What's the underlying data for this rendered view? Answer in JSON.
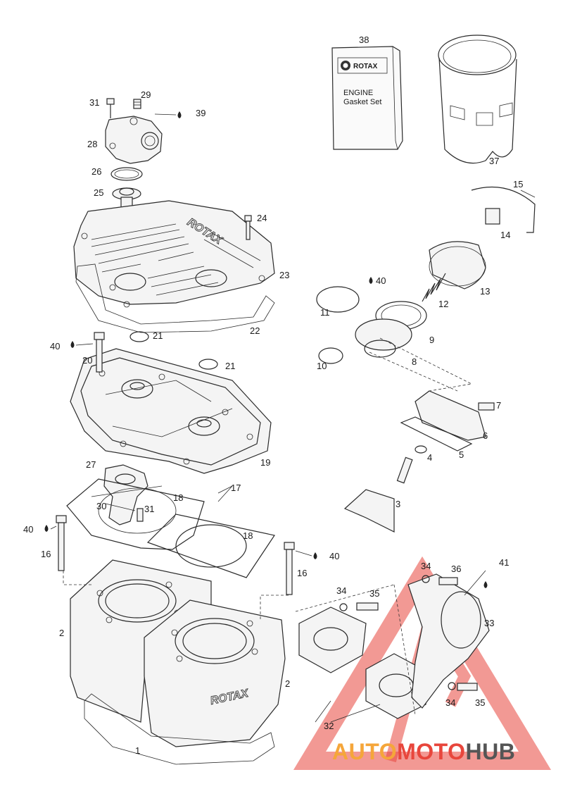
{
  "gasket_box": {
    "logo": "ROTAX",
    "line1": "ENGINE",
    "line2": "Gasket Set"
  },
  "embossed_brand": "ROTAX",
  "watermark": {
    "part1": "AUTO",
    "part2": "MOTO",
    "part3": "HUB",
    "color_orange": "#f5a63a",
    "color_red": "#e8463c",
    "color_gray": "#555555"
  },
  "callouts": {
    "n1": "1",
    "n2a": "2",
    "n2b": "2",
    "n3": "3",
    "n4": "4",
    "n5": "5",
    "n6": "6",
    "n7": "7",
    "n8": "8",
    "n9": "9",
    "n10": "10",
    "n11": "11",
    "n12": "12",
    "n13": "13",
    "n14": "14",
    "n15": "15",
    "n16a": "16",
    "n16b": "16",
    "n17": "17",
    "n18a": "18",
    "n18b": "18",
    "n19": "19",
    "n20": "20",
    "n21a": "21",
    "n21b": "21",
    "n22": "22",
    "n23": "23",
    "n24": "24",
    "n25": "25",
    "n26": "26",
    "n27": "27",
    "n28": "28",
    "n29": "29",
    "n30": "30",
    "n31a": "31",
    "n31b": "31",
    "n32": "32",
    "n33": "33",
    "n34a": "34",
    "n34b": "34",
    "n34c": "34",
    "n35a": "35",
    "n35b": "35",
    "n36": "36",
    "n37": "37",
    "n38": "38",
    "n39": "39",
    "n40a": "40",
    "n40b": "40",
    "n40c": "40",
    "n40d": "40",
    "n41": "41"
  }
}
